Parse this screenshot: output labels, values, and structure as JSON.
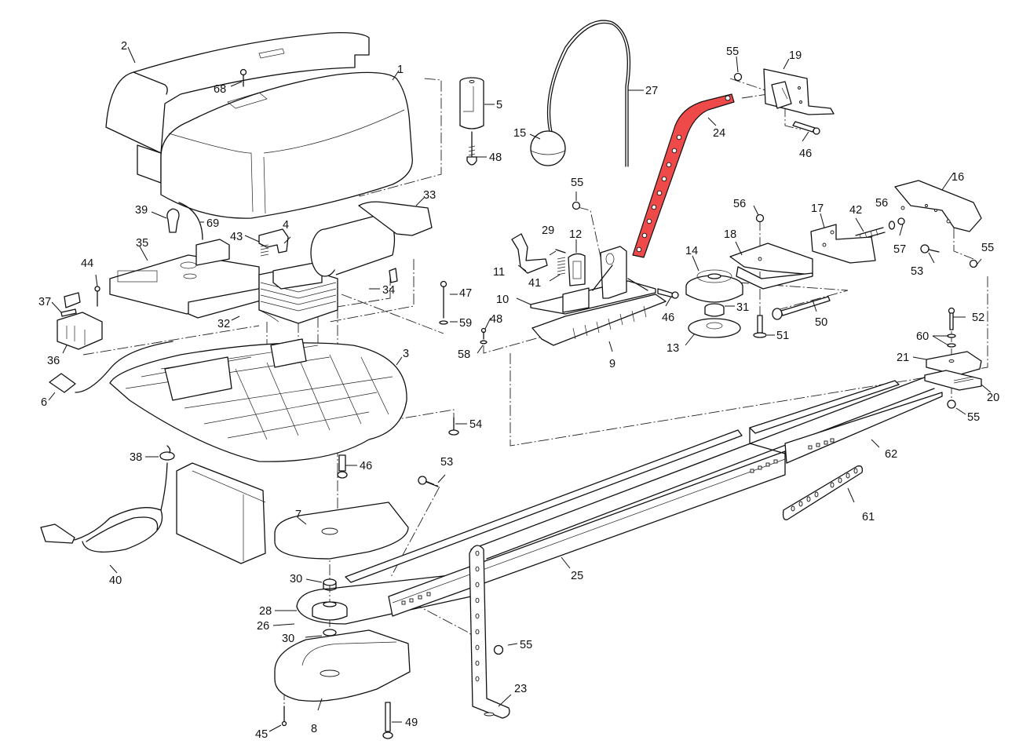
{
  "diagram": {
    "type": "exploded-parts-diagram",
    "subject": "garage door opener",
    "highlight_color": "#ef4a4a",
    "highlighted_part": "24",
    "labels": [
      {
        "id": "1",
        "text": "1"
      },
      {
        "id": "2",
        "text": "2"
      },
      {
        "id": "3",
        "text": "3"
      },
      {
        "id": "4",
        "text": "4"
      },
      {
        "id": "5",
        "text": "5"
      },
      {
        "id": "6",
        "text": "6"
      },
      {
        "id": "7",
        "text": "7"
      },
      {
        "id": "8",
        "text": "8"
      },
      {
        "id": "9",
        "text": "9"
      },
      {
        "id": "10",
        "text": "10"
      },
      {
        "id": "11",
        "text": "11"
      },
      {
        "id": "12",
        "text": "12"
      },
      {
        "id": "13",
        "text": "13"
      },
      {
        "id": "14",
        "text": "14"
      },
      {
        "id": "15",
        "text": "15"
      },
      {
        "id": "16",
        "text": "16"
      },
      {
        "id": "17",
        "text": "17"
      },
      {
        "id": "18",
        "text": "18"
      },
      {
        "id": "19",
        "text": "19"
      },
      {
        "id": "20",
        "text": "20"
      },
      {
        "id": "21",
        "text": "21"
      },
      {
        "id": "23",
        "text": "23"
      },
      {
        "id": "24",
        "text": "24"
      },
      {
        "id": "25",
        "text": "25"
      },
      {
        "id": "26",
        "text": "26"
      },
      {
        "id": "27",
        "text": "27"
      },
      {
        "id": "28",
        "text": "28"
      },
      {
        "id": "29",
        "text": "29"
      },
      {
        "id": "30a",
        "text": "30"
      },
      {
        "id": "30b",
        "text": "30"
      },
      {
        "id": "31",
        "text": "31"
      },
      {
        "id": "32",
        "text": "32"
      },
      {
        "id": "33",
        "text": "33"
      },
      {
        "id": "34",
        "text": "34"
      },
      {
        "id": "35",
        "text": "35"
      },
      {
        "id": "36",
        "text": "36"
      },
      {
        "id": "37",
        "text": "37"
      },
      {
        "id": "38",
        "text": "38"
      },
      {
        "id": "39",
        "text": "39"
      },
      {
        "id": "40",
        "text": "40"
      },
      {
        "id": "41",
        "text": "41"
      },
      {
        "id": "42",
        "text": "42"
      },
      {
        "id": "43",
        "text": "43"
      },
      {
        "id": "44",
        "text": "44"
      },
      {
        "id": "45",
        "text": "45"
      },
      {
        "id": "46a",
        "text": "46"
      },
      {
        "id": "46b",
        "text": "46"
      },
      {
        "id": "46c",
        "text": "46"
      },
      {
        "id": "47",
        "text": "47"
      },
      {
        "id": "48a",
        "text": "48"
      },
      {
        "id": "48b",
        "text": "48"
      },
      {
        "id": "49",
        "text": "49"
      },
      {
        "id": "50",
        "text": "50"
      },
      {
        "id": "51",
        "text": "51"
      },
      {
        "id": "52",
        "text": "52"
      },
      {
        "id": "53a",
        "text": "53"
      },
      {
        "id": "53b",
        "text": "53"
      },
      {
        "id": "54",
        "text": "54"
      },
      {
        "id": "55a",
        "text": "55"
      },
      {
        "id": "55b",
        "text": "55"
      },
      {
        "id": "55c",
        "text": "55"
      },
      {
        "id": "55d",
        "text": "55"
      },
      {
        "id": "55e",
        "text": "55"
      },
      {
        "id": "56a",
        "text": "56"
      },
      {
        "id": "56b",
        "text": "56"
      },
      {
        "id": "57",
        "text": "57"
      },
      {
        "id": "58",
        "text": "58"
      },
      {
        "id": "59",
        "text": "59"
      },
      {
        "id": "60",
        "text": "60"
      },
      {
        "id": "61",
        "text": "61"
      },
      {
        "id": "62",
        "text": "62"
      },
      {
        "id": "68",
        "text": "68"
      },
      {
        "id": "69",
        "text": "69"
      }
    ],
    "parts": [
      {
        "ref": "1",
        "name": "motor cover"
      },
      {
        "ref": "2",
        "name": "light cover"
      },
      {
        "ref": "3",
        "name": "base plate"
      },
      {
        "ref": "4",
        "name": "limit switch"
      },
      {
        "ref": "5",
        "name": "cable guide"
      },
      {
        "ref": "6",
        "name": "push button pad"
      },
      {
        "ref": "7",
        "name": "upper belt guide"
      },
      {
        "ref": "8",
        "name": "lower belt guide"
      },
      {
        "ref": "9",
        "name": "carriage slider"
      },
      {
        "ref": "10",
        "name": "carriage plate"
      },
      {
        "ref": "11",
        "name": "release lever"
      },
      {
        "ref": "12",
        "name": "latch"
      },
      {
        "ref": "13",
        "name": "pulley washer"
      },
      {
        "ref": "14",
        "name": "idler pulley"
      },
      {
        "ref": "15",
        "name": "release knob"
      },
      {
        "ref": "16",
        "name": "wall bracket"
      },
      {
        "ref": "17",
        "name": "tensioner bracket"
      },
      {
        "ref": "18",
        "name": "pulley bracket"
      },
      {
        "ref": "19",
        "name": "door bracket"
      },
      {
        "ref": "20",
        "name": "rail pad"
      },
      {
        "ref": "21",
        "name": "rail clamp"
      },
      {
        "ref": "23",
        "name": "hanger bracket"
      },
      {
        "ref": "24",
        "name": "door arm"
      },
      {
        "ref": "25",
        "name": "rail"
      },
      {
        "ref": "26",
        "name": "drive sprocket"
      },
      {
        "ref": "27",
        "name": "release cord"
      },
      {
        "ref": "28",
        "name": "toothed belt"
      },
      {
        "ref": "29",
        "name": "pin"
      },
      {
        "ref": "30",
        "name": "spacer"
      },
      {
        "ref": "31",
        "name": "bearing"
      },
      {
        "ref": "32",
        "name": "wiring harness"
      },
      {
        "ref": "33",
        "name": "gear motor"
      },
      {
        "ref": "34",
        "name": "transformer"
      },
      {
        "ref": "35",
        "name": "control board"
      },
      {
        "ref": "36",
        "name": "terminal block"
      },
      {
        "ref": "37",
        "name": "fuse"
      },
      {
        "ref": "38",
        "name": "cable gland"
      },
      {
        "ref": "39",
        "name": "bulb"
      },
      {
        "ref": "40",
        "name": "power cord"
      },
      {
        "ref": "41",
        "name": "spring"
      },
      {
        "ref": "42",
        "name": "tension spring"
      },
      {
        "ref": "43",
        "name": "spring"
      },
      {
        "ref": "44",
        "name": "screw"
      },
      {
        "ref": "45",
        "name": "screw"
      },
      {
        "ref": "46",
        "name": "bolt"
      },
      {
        "ref": "47",
        "name": "bolt"
      },
      {
        "ref": "48",
        "name": "screw"
      },
      {
        "ref": "49",
        "name": "bolt"
      },
      {
        "ref": "50",
        "name": "tension bolt"
      },
      {
        "ref": "51",
        "name": "bolt"
      },
      {
        "ref": "52",
        "name": "bolt"
      },
      {
        "ref": "53",
        "name": "screw"
      },
      {
        "ref": "54",
        "name": "screw"
      },
      {
        "ref": "55",
        "name": "nut"
      },
      {
        "ref": "56",
        "name": "nut"
      },
      {
        "ref": "57",
        "name": "washer"
      },
      {
        "ref": "58",
        "name": "washer"
      },
      {
        "ref": "59",
        "name": "washer"
      },
      {
        "ref": "60",
        "name": "washers"
      },
      {
        "ref": "61",
        "name": "joining plate"
      },
      {
        "ref": "62",
        "name": "rail extension"
      },
      {
        "ref": "68",
        "name": "screw"
      },
      {
        "ref": "69",
        "name": "lamp wire"
      }
    ]
  }
}
